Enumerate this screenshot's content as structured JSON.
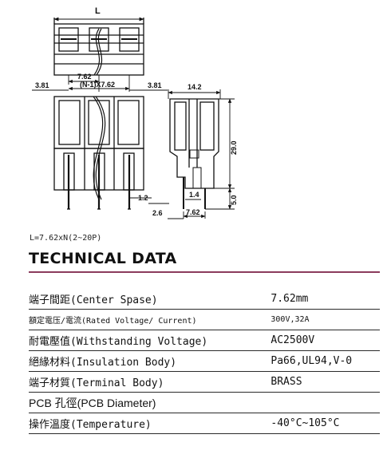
{
  "drawing": {
    "dim_L": "L",
    "dim_pitch": "7.62",
    "dim_n_pitch": "(N-1)X7.62",
    "dim_edge_left": "3.81",
    "dim_edge_right": "3.81",
    "dim_width": "14.2",
    "dim_height": "29.0",
    "dim_pin_dia": "1.2",
    "dim_offset": "2.6",
    "dim_side_pin": "1.4",
    "dim_side_pitch": "7.62",
    "dim_pin_len": "5.0"
  },
  "formula": "L=7.62xN(2~20P)",
  "title": "TECHNICAL DATA",
  "specs": [
    {
      "label": "端子間距(Center Spase)",
      "value": "7.62mm"
    },
    {
      "label": "額定電压/電流(Rated Voltage/ Current)",
      "value": "300V,32A"
    },
    {
      "label": "耐電壓值(Withstanding Voltage)",
      "value": "AC2500V"
    },
    {
      "label": "絕緣材料(Insulation Body)",
      "value": "Pa66,UL94,V-0"
    },
    {
      "label": "端子材質(Terminal Body)",
      "value": "BRASS"
    },
    {
      "label": "PCB 孔徑(PCB Diameter)",
      "value": ""
    },
    {
      "label": "操作溫度(Temperature)",
      "value": "-40°C~105°C"
    }
  ]
}
